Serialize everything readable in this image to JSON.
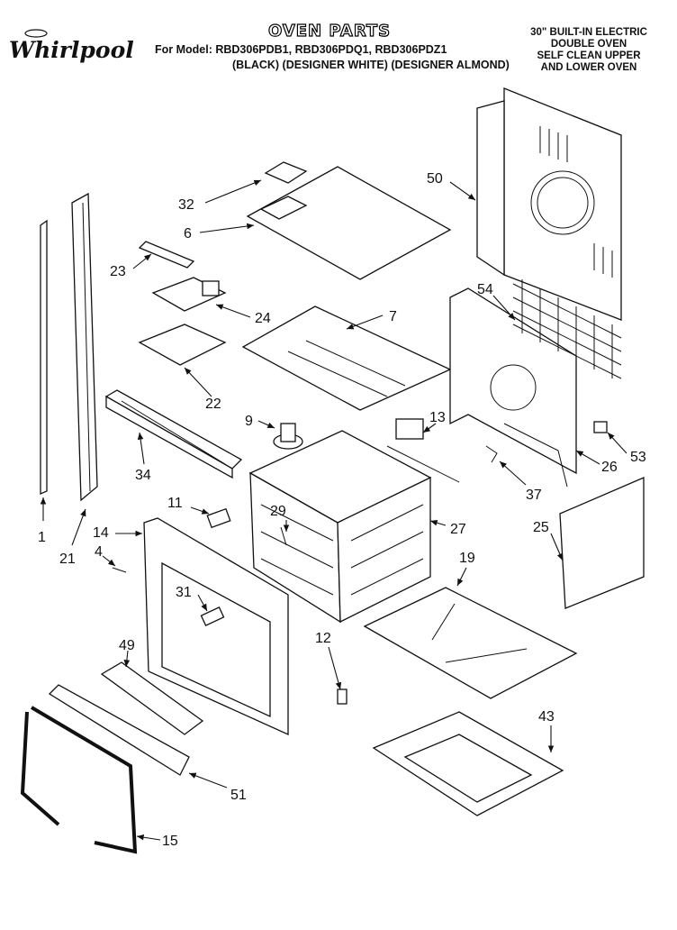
{
  "header": {
    "brand": "Whirlpool",
    "title": "OVEN PARTS",
    "model_line": "For Model: RBD306PDB1, RBD306PDQ1, RBD306PDZ1",
    "color_line": "(BLACK) (DESIGNER WHITE) (DESIGNER ALMOND)",
    "description": [
      "30\" BUILT-IN ELECTRIC",
      "DOUBLE OVEN",
      "SELF CLEAN UPPER",
      "AND LOWER OVEN"
    ]
  },
  "callouts": [
    "50",
    "32",
    "6",
    "23",
    "24",
    "7",
    "54",
    "22",
    "9",
    "13",
    "53",
    "34",
    "26",
    "37",
    "11",
    "29",
    "27",
    "25",
    "1",
    "14",
    "21",
    "4",
    "19",
    "31",
    "12",
    "49",
    "43",
    "51",
    "15"
  ]
}
